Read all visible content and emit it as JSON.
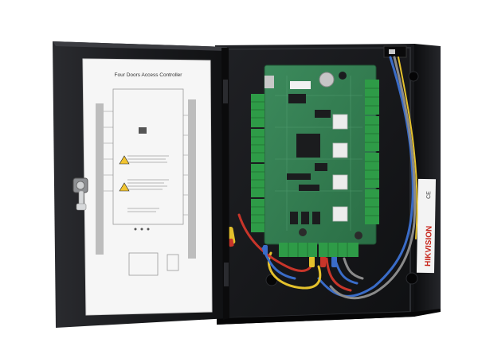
{
  "photo": {
    "subject": "access-controller-enclosure",
    "diagram_sheet": {
      "title": "Four Doors Access Controller"
    },
    "side_label": {
      "brand": "HIKVISION",
      "cert_marks": "CE"
    },
    "colors": {
      "background": "#ffffff",
      "enclosure": "#1b1c1f",
      "pcb": "#2f7a4f",
      "terminal_blocks": "#2e9b47",
      "relays": "#ececec",
      "wire_red": "#c8352a",
      "wire_blue": "#3a6cc8",
      "wire_yellow": "#e4c12c"
    }
  }
}
